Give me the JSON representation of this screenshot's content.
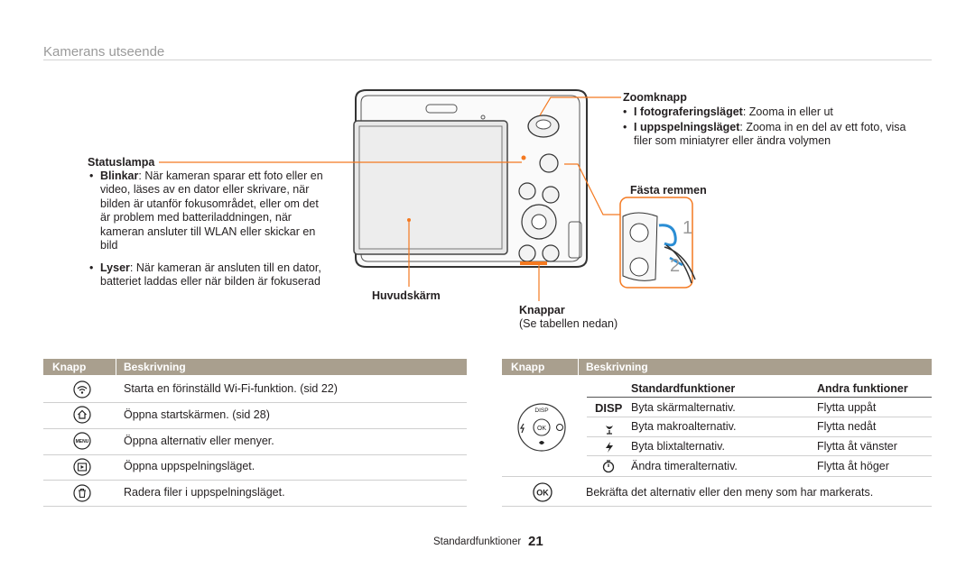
{
  "page": {
    "section_title": "Kamerans utseende",
    "footer_label": "Standardfunktioner",
    "page_number": "21"
  },
  "callouts": {
    "statuslampa": {
      "title": "Statuslampa",
      "b1_term": "Blinkar",
      "b1_text": ": När kameran sparar ett foto eller en video, läses av en dator eller skrivare, när bilden är utanför fokusområdet, eller om det är problem med batteriladdningen, när kameran ansluter till WLAN eller skickar en bild",
      "b2_term": "Lyser",
      "b2_text": ": När kameran är ansluten till en dator, batteriet laddas eller när bilden är fokuserad"
    },
    "huvudskarm": {
      "title": "Huvudskärm"
    },
    "zoomknapp": {
      "title": "Zoomknapp",
      "b1_term": "I fotograferingsläget",
      "b1_text": ": Zooma in eller ut",
      "b2_term": "I uppspelningsläget",
      "b2_text": ": Zooma in en del av ett foto, visa filer som miniatyrer eller ändra volymen"
    },
    "fasta_remmen": {
      "title": "Fästa remmen",
      "step1": "1",
      "step2": "2"
    },
    "knappar": {
      "title": "Knappar",
      "note": "(Se tabellen nedan)"
    }
  },
  "left_table": {
    "col_button": "Knapp",
    "col_desc": "Beskrivning",
    "rows": [
      {
        "icon": "wifi-icon",
        "text": "Starta en förinställd Wi-Fi-funktion. (sid 22)"
      },
      {
        "icon": "home-icon",
        "text": "Öppna startskärmen. (sid 28)"
      },
      {
        "icon": "menu-icon",
        "text": "Öppna alternativ eller menyer."
      },
      {
        "icon": "playback-icon",
        "text": "Öppna uppspelningsläget."
      },
      {
        "icon": "trash-icon",
        "text": "Radera filer i uppspelningsläget."
      }
    ]
  },
  "right_table": {
    "col_button": "Knapp",
    "col_desc": "Beskrivning",
    "sub_std": "Standardfunktioner",
    "sub_other": "Andra funktioner",
    "dial_disp": "DISP",
    "dial_ok": "OK",
    "rows": [
      {
        "icon_label": "DISP",
        "std": "Byta skärmalternativ.",
        "other": "Flytta uppåt"
      },
      {
        "icon": "macro-icon",
        "std": "Byta makroalternativ.",
        "other": "Flytta nedåt"
      },
      {
        "icon": "flash-icon",
        "std": "Byta blixtalternativ.",
        "other": "Flytta åt vänster"
      },
      {
        "icon": "timer-icon",
        "std": "Ändra timeralternativ.",
        "other": "Flytta åt höger"
      }
    ],
    "ok_label": "OK",
    "ok_text": "Bekräfta det alternativ eller den meny som har markerats."
  },
  "colors": {
    "accent": "#f47920",
    "header": "#a99f8e"
  }
}
